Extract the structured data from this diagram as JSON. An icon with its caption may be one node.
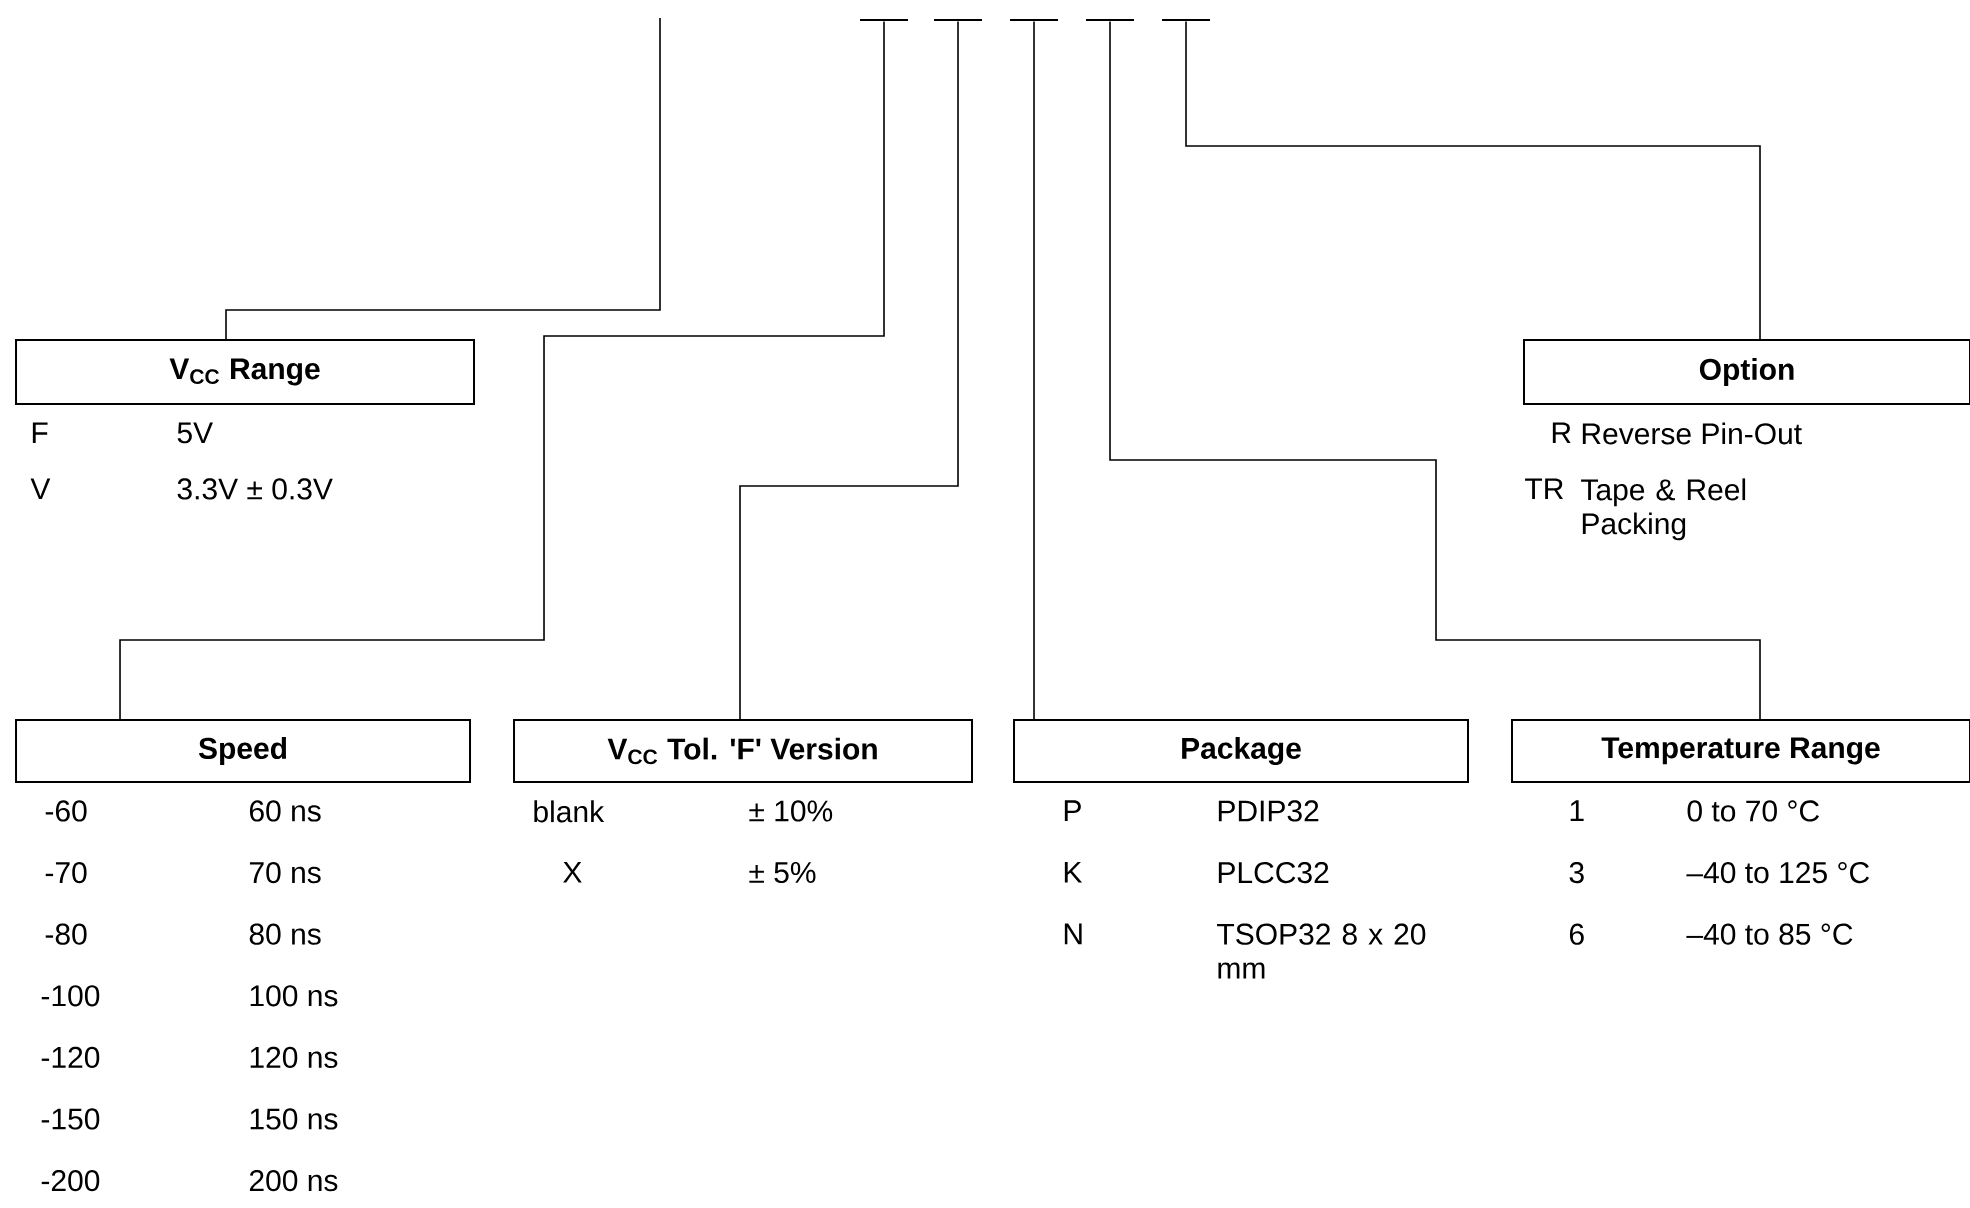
{
  "diagram": {
    "nodes": [
      {
        "text": [
          "V$_{CC}$ Range"
        ]
      },
      {
        "text": [
          "Option"
        ]
      },
      {
        "text": [
          "Speed"
        ]
      },
      {
        "text": [
          "V$_{CC}$ Tol. 'F' Version"
        ]
      },
      {
        "text": [
          "Package"
        ]
      },
      {
        "text": [
          "Temperature Range"
        ]
      },
      {
        "text": [],
        "shape": "bar"
      },
      {
        "text": [],
        "shape": "bar"
      },
      {
        "text": [],
        "shape": "bar"
      },
      {
        "text": [],
        "shape": "bar"
      },
      {
        "text": [],
        "shape": "bar"
      }
    ],
    "edges": [
      {
        "from": null,
        "to": 0,
        "arrow": "none"
      },
      {
        "from": 6,
        "to": 2,
        "arrow": "none"
      },
      {
        "from": 7,
        "to": 3,
        "arrow": "none"
      },
      {
        "from": 8,
        "to": 4,
        "arrow": "none"
      },
      {
        "from": 9,
        "to": 5,
        "arrow": "none"
      },
      {
        "from": 10,
        "to": 1,
        "arrow": "none"
      }
    ],
    "labels": [
      "F",
      "5V",
      "V",
      "3.3V ± 0.3V",
      "R",
      "Reverse Pin-Out",
      "TR",
      "Tape & Reel Packing",
      "-60",
      "60 ns",
      "-70",
      "70 ns",
      "-80",
      "80 ns",
      "-100",
      "100 ns",
      "-120",
      "120 ns",
      "-150",
      "150 ns",
      "-200",
      "200 ns",
      "blank",
      "± 10%",
      "X",
      "± 5%",
      "P",
      "PDIP32",
      "K",
      "PLCC32",
      "N",
      "TSOP32 8 x 20 mm",
      "1",
      "0 to 70 °C",
      "3",
      "–40 to 125 °C",
      "6",
      "–40 to 85 °C"
    ]
  }
}
